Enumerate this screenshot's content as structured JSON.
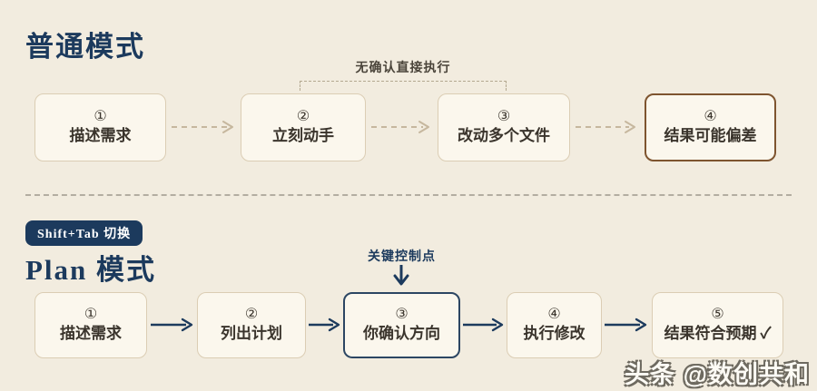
{
  "normal": {
    "title": "普通模式",
    "annotation": "无确认直接执行",
    "steps": [
      {
        "num": "①",
        "label": "描述需求"
      },
      {
        "num": "②",
        "label": "立刻动手"
      },
      {
        "num": "③",
        "label": "改动多个文件"
      },
      {
        "num": "④",
        "label": "结果可能偏差"
      }
    ]
  },
  "plan": {
    "badge": "Shift+Tab 切换",
    "title": "Plan 模式",
    "annotation": "关键控制点",
    "steps": [
      {
        "num": "①",
        "label": "描述需求"
      },
      {
        "num": "②",
        "label": "列出计划"
      },
      {
        "num": "③",
        "label": "你确认方向"
      },
      {
        "num": "④",
        "label": "执行修改"
      },
      {
        "num": "⑤",
        "label": "结果符合预期 ✓"
      }
    ]
  },
  "watermark": "头条 @数创共和",
  "colors": {
    "background": "#f2ecdf",
    "box_background": "#fbf7ed",
    "box_border": "#dbcdb4",
    "navy_accent": "#1c3a5d",
    "brown_accent": "#7e542f",
    "text": "#3a342c",
    "tan_arrow": "#c6b79e"
  }
}
